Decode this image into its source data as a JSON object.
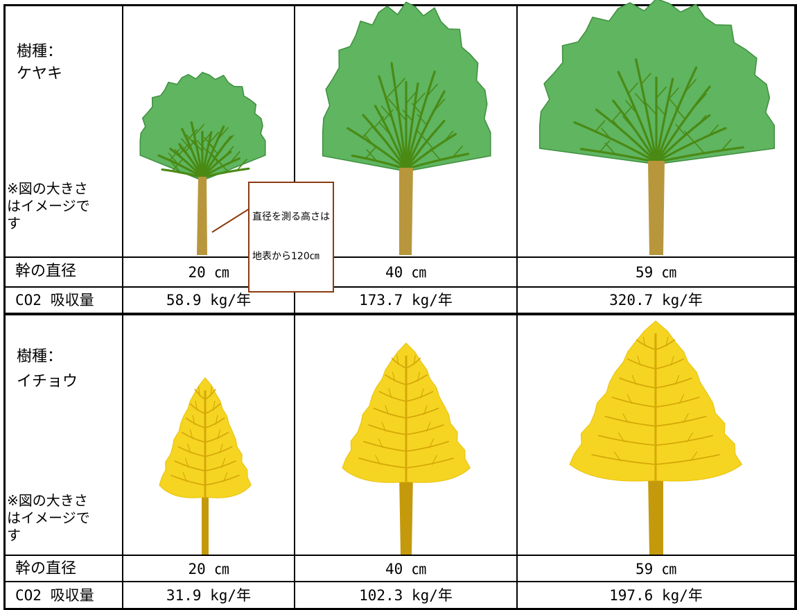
{
  "sections": [
    {
      "species_label": "樹種：",
      "species_name": "ケヤキ",
      "note_lines": [
        "※図の大きさ",
        "はイメージで",
        "す"
      ],
      "diameter_label": "幹の直径",
      "diameters": [
        "20 ㎝",
        "40 ㎝",
        "59 ㎝"
      ],
      "co2_label": "CO2 吸収量",
      "co2_values": [
        "58.9 kg/年",
        "173.7 kg/年",
        "320.7 kg/年"
      ]
    },
    {
      "species_label": "樹種：",
      "species_name": "イチョウ",
      "note_lines": [
        "※図の大きさ",
        "はイメージで",
        "す"
      ],
      "diameter_label": "幹の直径",
      "diameters": [
        "20 ㎝",
        "40 ㎝",
        "59 ㎝"
      ],
      "co2_label": "CO2 吸収量",
      "co2_values": [
        "31.9 kg/年",
        "102.3 kg/年",
        "197.6 kg/年"
      ]
    }
  ],
  "callout_lines": [
    "直径を測る高さは",
    "地表から120㎝"
  ],
  "colors": {
    "zelkova_canopy": "#5fb560",
    "zelkova_canopy_edge": "#3e8f3e",
    "zelkova_branches": "#4a8a14",
    "zelkova_trunk": "#b8963c",
    "ginkgo_canopy": "#f5d522",
    "ginkgo_canopy_edge": "#e8c00a",
    "ginkgo_branches": "#d6a808",
    "ginkgo_trunk": "#c49a0c",
    "callout_border": "#8b3a0f"
  }
}
